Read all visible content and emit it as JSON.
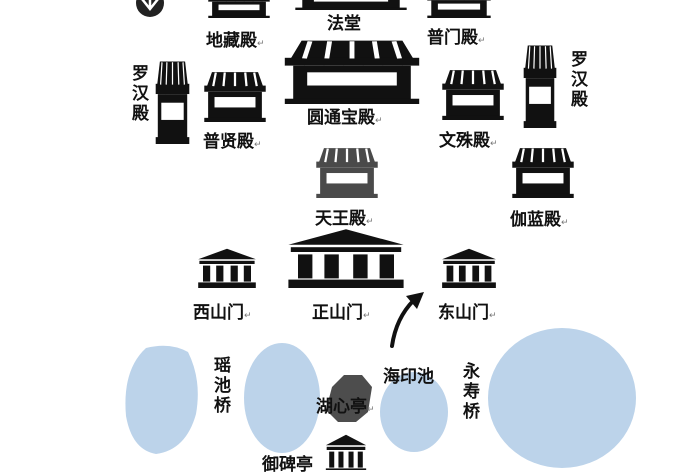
{
  "colors": {
    "building": "#111111",
    "water": "#bcd3ea",
    "pavilion": "#4d4d4d",
    "arrow": "#111111"
  },
  "halls": {
    "dizang": "地藏殿",
    "fatang": "法堂",
    "pumen": "普门殿",
    "luohan_left": "罗汉殿",
    "luohan_right": "罗汉殿",
    "yuantong": "圆通宝殿",
    "puxian": "普贤殿",
    "wenshu": "文殊殿",
    "tianwang": "天王殿",
    "qielan": "伽蓝殿"
  },
  "gates": {
    "west": "西山门",
    "main": "正山门",
    "east": "东山门"
  },
  "water": {
    "yaochi_bridge": "瑶池桥",
    "haiyin_pool": "海印池",
    "yongshou_bridge": "永寿桥",
    "lake_pavilion": "湖心亭",
    "stele_pavilion": "御碑亭"
  },
  "icons": {
    "hall": "market-stall-icon",
    "gate": "classical-gate-icon",
    "arrow": "curved-arrow-icon",
    "logo": "leaf-logo-icon"
  }
}
